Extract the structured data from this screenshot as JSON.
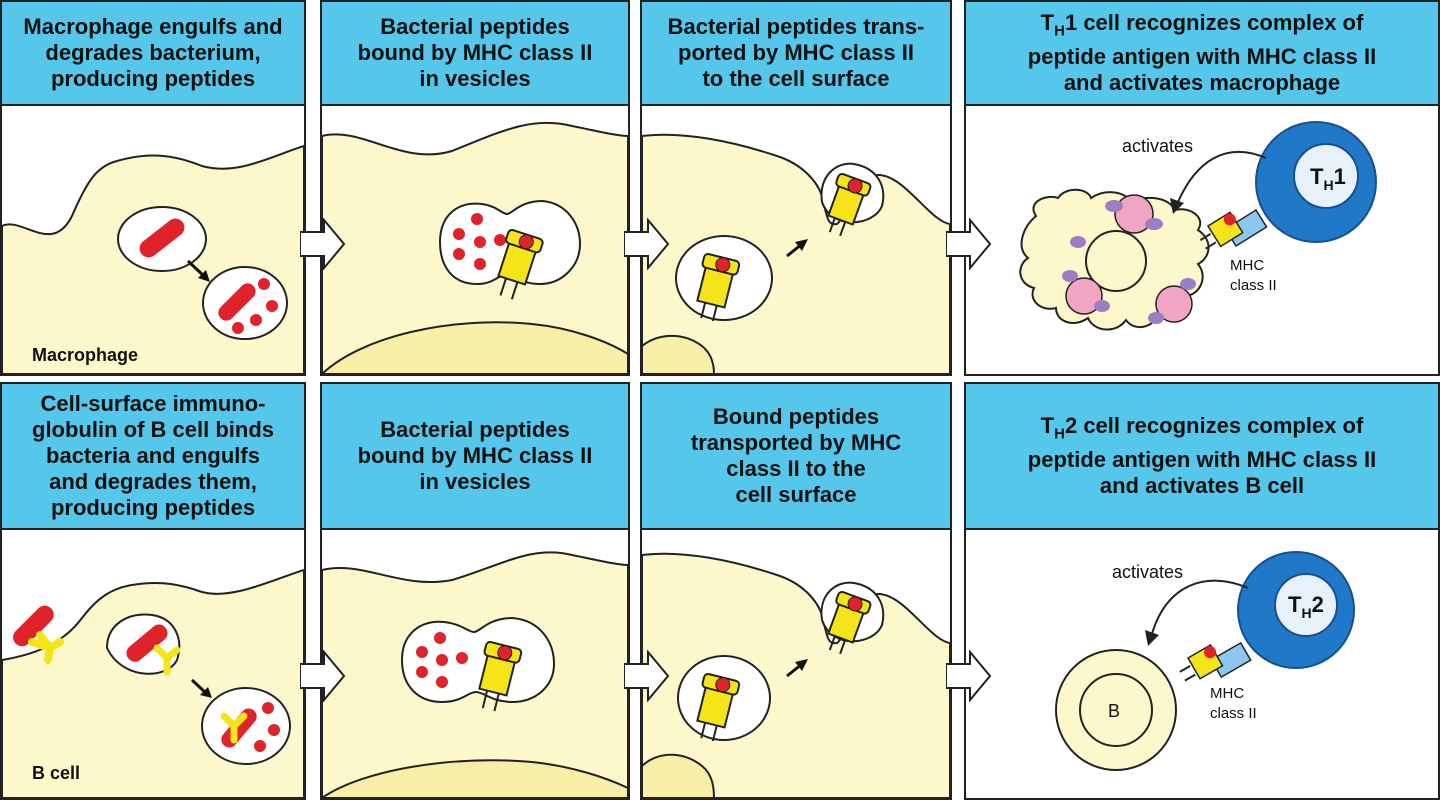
{
  "row1": {
    "panel1": {
      "caption": "Macrophage engulfs and\ndegrades bacterium,\nproducing peptides",
      "cell_label": "Macrophage"
    },
    "panel2": {
      "caption": "Bacterial peptides\nbound by MHC class II\nin vesicles"
    },
    "panel3": {
      "caption": "Bacterial peptides trans-\nported by MHC class II\nto the cell surface"
    },
    "panel4": {
      "caption_main": "1 cell recognizes complex of\npeptide antigen with MHC class II\nand activates macrophage",
      "caption_prefix": "T",
      "caption_sub": "H",
      "activates_label": "activates",
      "th_cell_label_main": "T",
      "th_cell_label_sub": "H",
      "th_cell_label_num": "1",
      "mhc_label_1": "MHC",
      "mhc_label_2": "class II"
    }
  },
  "row2": {
    "panel1": {
      "caption": "Cell-surface immuno-\nglobulin of B cell binds\nbacteria and engulfs\nand degrades them,\nproducing peptides",
      "cell_label": "B cell"
    },
    "panel2": {
      "caption": "Bacterial peptides\nbound by MHC class II\nin vesicles"
    },
    "panel3": {
      "caption": "Bound peptides\ntransported by MHC\nclass II to the\ncell surface"
    },
    "panel4": {
      "caption_main": "2 cell recognizes complex of\npeptide antigen with MHC class II\nand activates B cell",
      "caption_prefix": "T",
      "caption_sub": "H",
      "activates_label": "activates",
      "th_cell_label_main": "T",
      "th_cell_label_sub": "H",
      "th_cell_label_num": "2",
      "b_cell_label": "B",
      "mhc_label_1": "MHC",
      "mhc_label_2": "class II"
    }
  },
  "colors": {
    "header_blue": "#55c7ea",
    "cytoplasm": "#fdf8cc",
    "nucleus": "#f7efa8",
    "bacterium_red": "#e0232b",
    "mhc_yellow": "#f5e418",
    "th_blue": "#1f78c8",
    "tcr_blue": "#8cc7ef",
    "lysosome_purple": "#9c7ec4"
  }
}
